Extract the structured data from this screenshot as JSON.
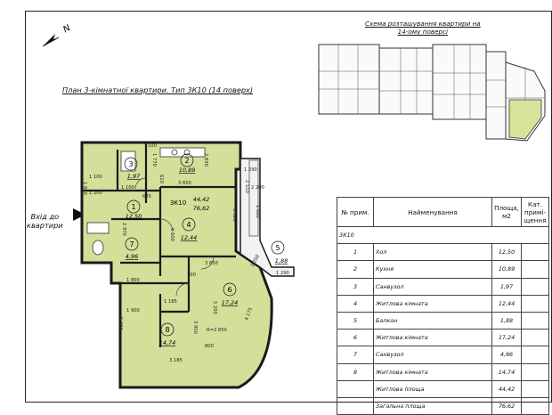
{
  "plan_title": "План 3-кімнатної квартири. Тип 3К10 (14 поверх)",
  "scheme_title_line1": "Схема розташування квартири на",
  "scheme_title_line2": "14-ому поверсі",
  "entrance_line1": "Вхід до",
  "entrance_line2": "квартири",
  "north_label": "N",
  "apartment_code": "3К10",
  "apartment_living_area": "44,42",
  "apartment_total_area": "76,62",
  "rooms": [
    {
      "no": "1",
      "area": "12,50"
    },
    {
      "no": "2",
      "area": "10,89"
    },
    {
      "no": "3",
      "area": "1,97"
    },
    {
      "no": "4",
      "area": "12,44"
    },
    {
      "no": "5",
      "area": "1,88"
    },
    {
      "no": "6",
      "area": "17,24"
    },
    {
      "no": "7",
      "area": "4,96"
    },
    {
      "no": "8",
      "area": "14,74"
    }
  ],
  "dimensions": [
    "100",
    "2 830",
    "3 650",
    "1 770",
    "1 850",
    "1 200",
    "1 100",
    "685",
    "610",
    "1 100",
    "3 520",
    "5 600",
    "3 650",
    "1 290",
    "2 510",
    "2 200",
    "1 600",
    "2 970",
    "1 800",
    "1 900",
    "1 185",
    "5 090",
    "5 200",
    "3 950",
    "R=2 850",
    "4 175",
    "3 185",
    "800",
    "2 350",
    "1 290",
    "100"
  ],
  "table": {
    "header_no": "№ прим.",
    "header_name": "Найменування",
    "header_area": "Площа, м2",
    "header_cat": "Кат. примі-щення",
    "group": "3К10",
    "rows": [
      {
        "no": "1",
        "name": "Хол",
        "area": "12,50"
      },
      {
        "no": "2",
        "name": "Кухня",
        "area": "10,89"
      },
      {
        "no": "3",
        "name": "Санвузол",
        "area": "1,97"
      },
      {
        "no": "4",
        "name": "Житлова кімната",
        "area": "12,44"
      },
      {
        "no": "5",
        "name": "Балкон",
        "area": "1,88"
      },
      {
        "no": "6",
        "name": "Житлова кімната",
        "area": "17,24"
      },
      {
        "no": "7",
        "name": "Санвузол",
        "area": "4,96"
      },
      {
        "no": "8",
        "name": "Житлова кімната",
        "area": "14,74"
      }
    ],
    "living_label": "Житлова площа",
    "living_value": "44,42",
    "total_label": "Загальна площа",
    "total_value": "76,62"
  },
  "colors": {
    "plan_fill": "#d4df9a",
    "highlight": "#d9e39a",
    "wall": "#1a1a1a",
    "balcony": "#f2f2f2"
  }
}
